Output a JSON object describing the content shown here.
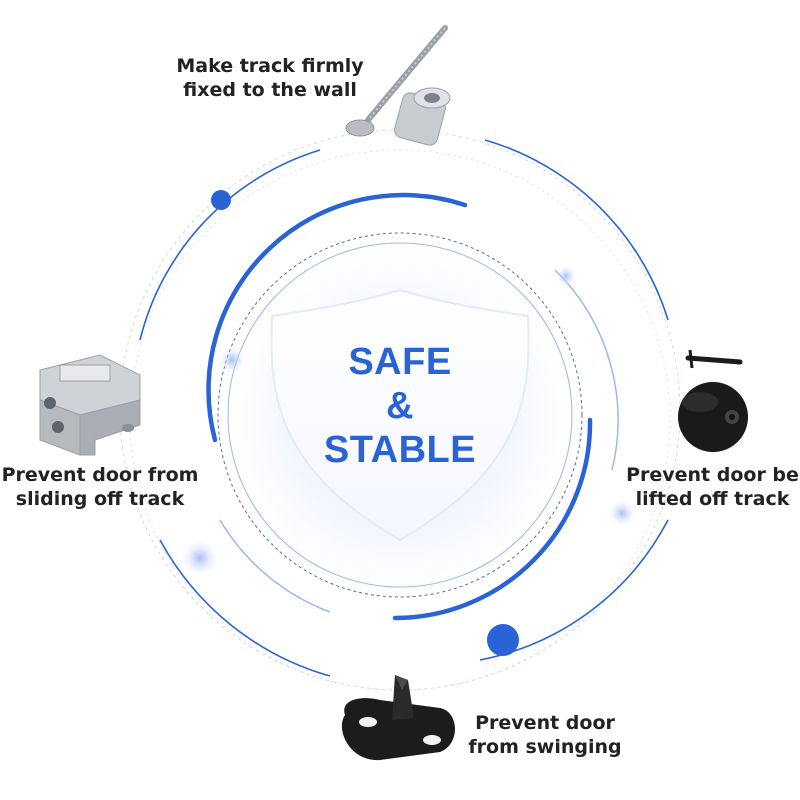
{
  "badge": {
    "line1": "SAFE",
    "line2": "&",
    "line3": "STABLE"
  },
  "features": [
    {
      "id": "top",
      "line1": "Make track firmly",
      "line2": "fixed to the wall",
      "icon": "screw-and-anchor-icon"
    },
    {
      "id": "left",
      "line1": "Prevent door from",
      "line2": "sliding off track",
      "icon": "anti-jump-bracket-icon"
    },
    {
      "id": "right",
      "line1": "Prevent door be",
      "line2": "lifted off track",
      "icon": "round-stopper-icon"
    },
    {
      "id": "bottom",
      "line1": "Prevent door",
      "line2": "from swinging",
      "icon": "floor-guide-icon"
    }
  ],
  "colors": {
    "accent": "#2a63d6",
    "ring_light": "#9bb8ea",
    "text": "#222222",
    "background": "#ffffff"
  }
}
